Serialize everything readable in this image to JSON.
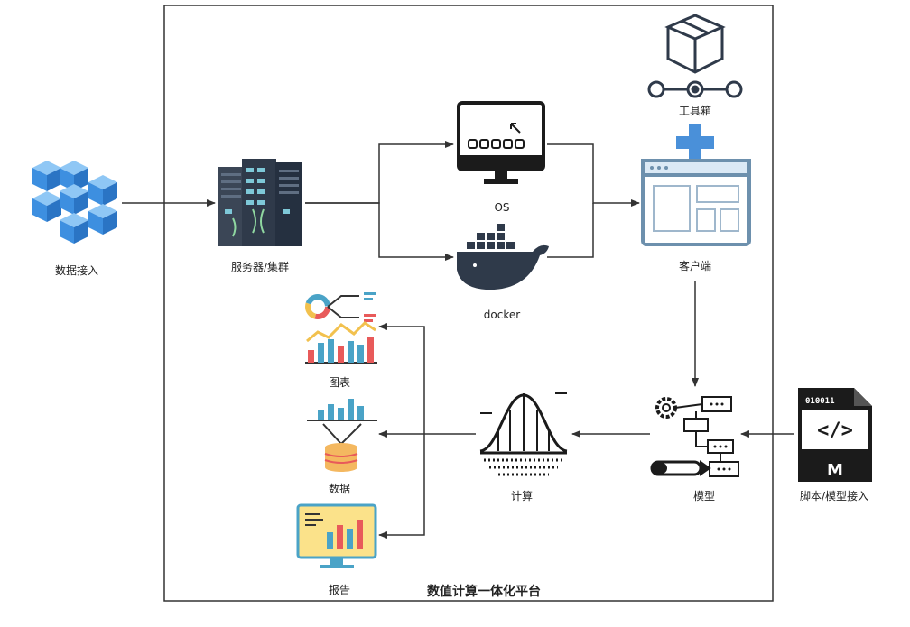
{
  "platform": {
    "title": "数值计算一体化平台"
  },
  "nodes": {
    "data_ingest": "数据接入",
    "server_cluster": "服务器/集群",
    "os": "OS",
    "docker": "docker",
    "toolbox": "工具箱",
    "client": "客户端",
    "model": "模型",
    "script_ingest": "脚本/模型接入",
    "compute": "计算",
    "charts": "图表",
    "data": "数据",
    "report": "报告"
  },
  "glyphs": {
    "script_code": "010011",
    "script_letter": "M",
    "script_symbol": "</>"
  },
  "colors": {
    "line": "#333333",
    "frame": "#333333",
    "cube_blue": "#3d8fe0",
    "plus_blue": "#4a90d9",
    "dark": "#2f3a4a"
  }
}
